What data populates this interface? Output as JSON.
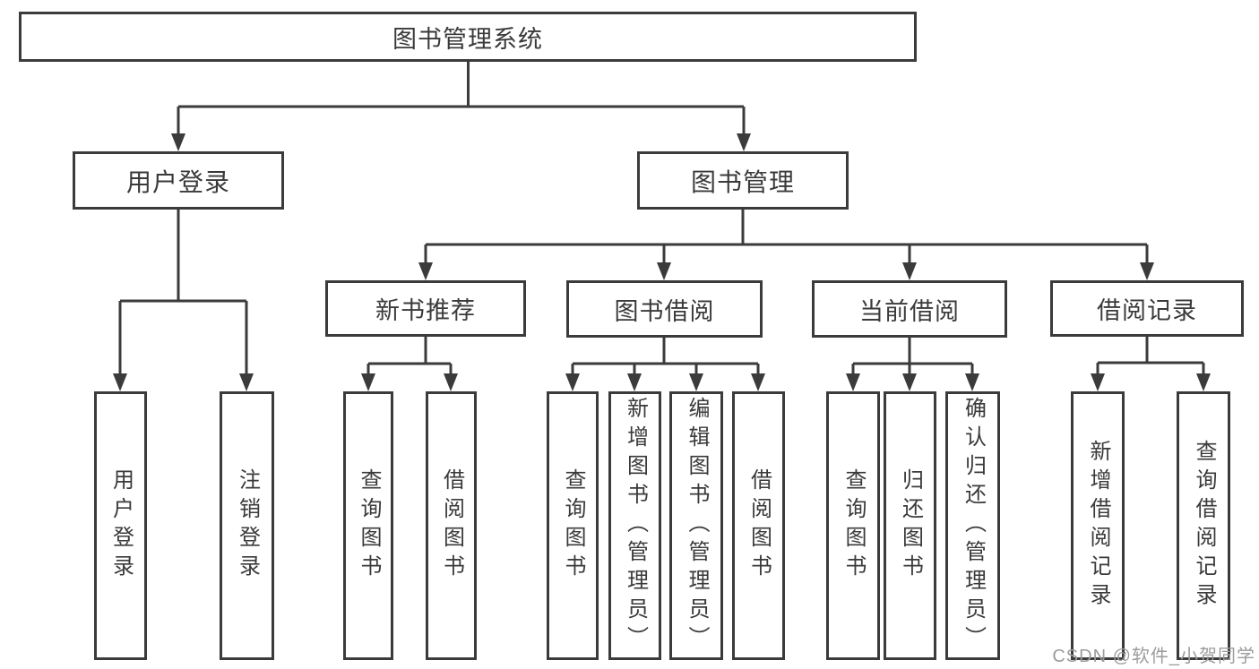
{
  "diagram": {
    "root": {
      "label": "图书管理系统"
    },
    "branches": [
      {
        "label": "用户登录",
        "children": [
          {
            "label": "用户登录"
          },
          {
            "label": "注销登录"
          }
        ]
      },
      {
        "label": "图书管理",
        "children": [
          {
            "label": "新书推荐",
            "children": [
              {
                "label": "查询图书"
              },
              {
                "label": "借阅图书"
              }
            ]
          },
          {
            "label": "图书借阅",
            "children": [
              {
                "label": "查询图书"
              },
              {
                "label": "新增图书（管理员）"
              },
              {
                "label": "编辑图书（管理员）"
              },
              {
                "label": "借阅图书"
              }
            ]
          },
          {
            "label": "当前借阅",
            "children": [
              {
                "label": "查询图书"
              },
              {
                "label": "归还图书"
              },
              {
                "label": "确认归还（管理员）"
              }
            ]
          },
          {
            "label": "借阅记录",
            "children": [
              {
                "label": "新增借阅记录"
              },
              {
                "label": "查询借阅记录"
              }
            ]
          }
        ]
      }
    ]
  },
  "watermark": {
    "text": "CSDN @软件_小贺同学"
  },
  "colors": {
    "line": "#3b3b3b",
    "text": "#3a3a3a",
    "box_background": "#ffffff",
    "page_background": "#ffffff",
    "watermark": "#9c9c9c"
  }
}
